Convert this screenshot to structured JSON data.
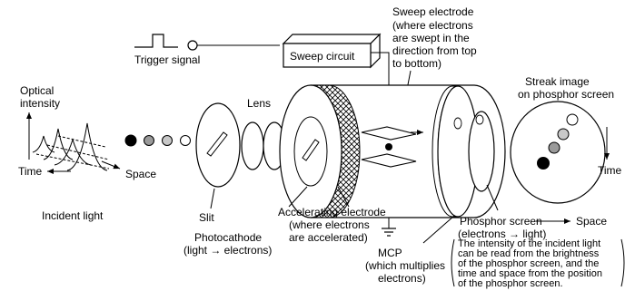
{
  "labels": {
    "sweep_electrode": [
      "Sweep electrode",
      "(where electrons",
      "are swept in the",
      "direction from top",
      "to bottom)"
    ],
    "trigger_signal": "Trigger signal",
    "sweep_circuit": "Sweep circuit",
    "optical_intensity": [
      "Optical",
      "intensity"
    ],
    "lens": "Lens",
    "streak_image": [
      "Streak image",
      "on phosphor screen"
    ],
    "time_left": "Time",
    "space_left": "Space",
    "slit": "Slit",
    "incident_light": "Incident light",
    "accelerating_electrode": [
      "Accelerating electrode",
      "(where electrons",
      "are accelerated)"
    ],
    "photocathode": [
      "Photocathode",
      "(light → electrons)"
    ],
    "phosphor_screen": [
      "Phosphor screen",
      "(electrons → light)"
    ],
    "mcp": [
      "MCP",
      "(which multiplies",
      "electrons)"
    ],
    "time_right": "Time",
    "space_right": "Space",
    "note": [
      "The intensity of the incident light",
      "can be read from the brightness",
      "of the phosphor screen, and the",
      "time and space from the position",
      "of the phosphor screen."
    ]
  },
  "colors": {
    "dark": "#000000",
    "mid_gray": "#9a9a9a",
    "light_gray": "#c8c8c8",
    "white": "#ffffff"
  }
}
